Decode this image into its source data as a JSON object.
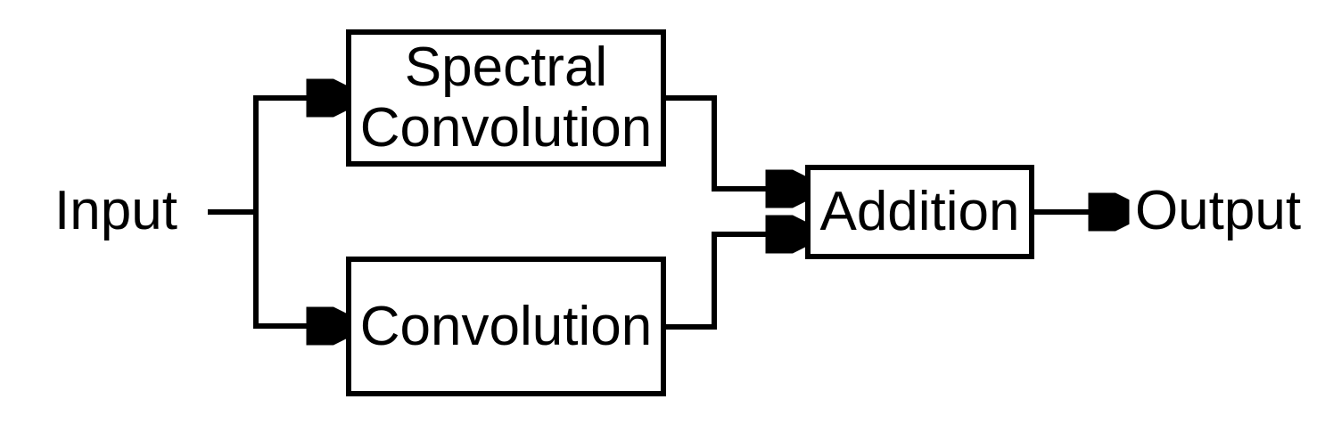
{
  "diagram": {
    "type": "flow-diagram",
    "background_color": "#ffffff",
    "line_color": "#000000",
    "text_color": "#000000",
    "input": {
      "label": "Input"
    },
    "output": {
      "label": "Output"
    },
    "nodes": {
      "spectral_conv": {
        "line1": "Spectral",
        "line2": "Convolution"
      },
      "conv": {
        "label": "Convolution"
      },
      "addition": {
        "label": "Addition"
      }
    },
    "edges": [
      {
        "from": "input",
        "to": "branch-point",
        "arrow": false
      },
      {
        "from": "branch-point",
        "to": "spectral_conv",
        "arrow": true
      },
      {
        "from": "branch-point",
        "to": "conv",
        "arrow": true
      },
      {
        "from": "spectral_conv",
        "to": "addition",
        "arrow": true
      },
      {
        "from": "conv",
        "to": "addition",
        "arrow": true
      },
      {
        "from": "addition",
        "to": "output",
        "arrow": true
      }
    ]
  }
}
